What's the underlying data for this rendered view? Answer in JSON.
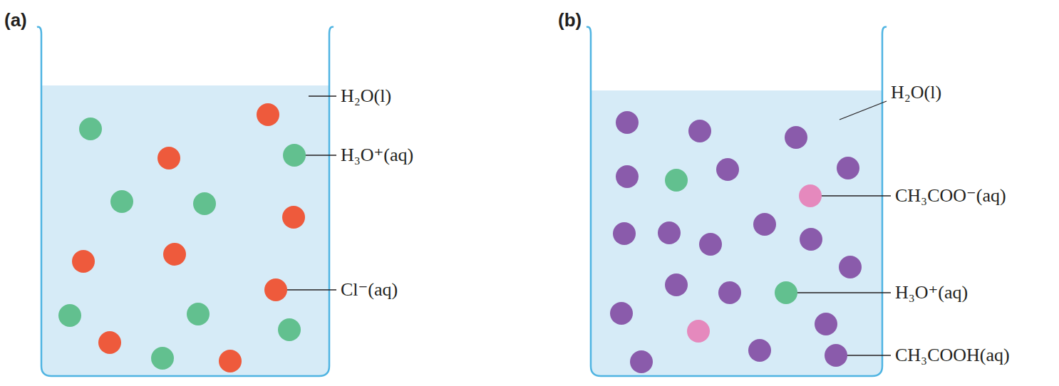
{
  "diagram": {
    "labels": [
      "(a)",
      "H₂O(l)",
      "H₃O⁺(aq)",
      "Cl⁻(aq)",
      "(b)",
      "H₂O(l)",
      "CH₃COO⁻(aq)",
      "H₃O⁺(aq)",
      "CH₃COOH(aq)"
    ]
  }
}
